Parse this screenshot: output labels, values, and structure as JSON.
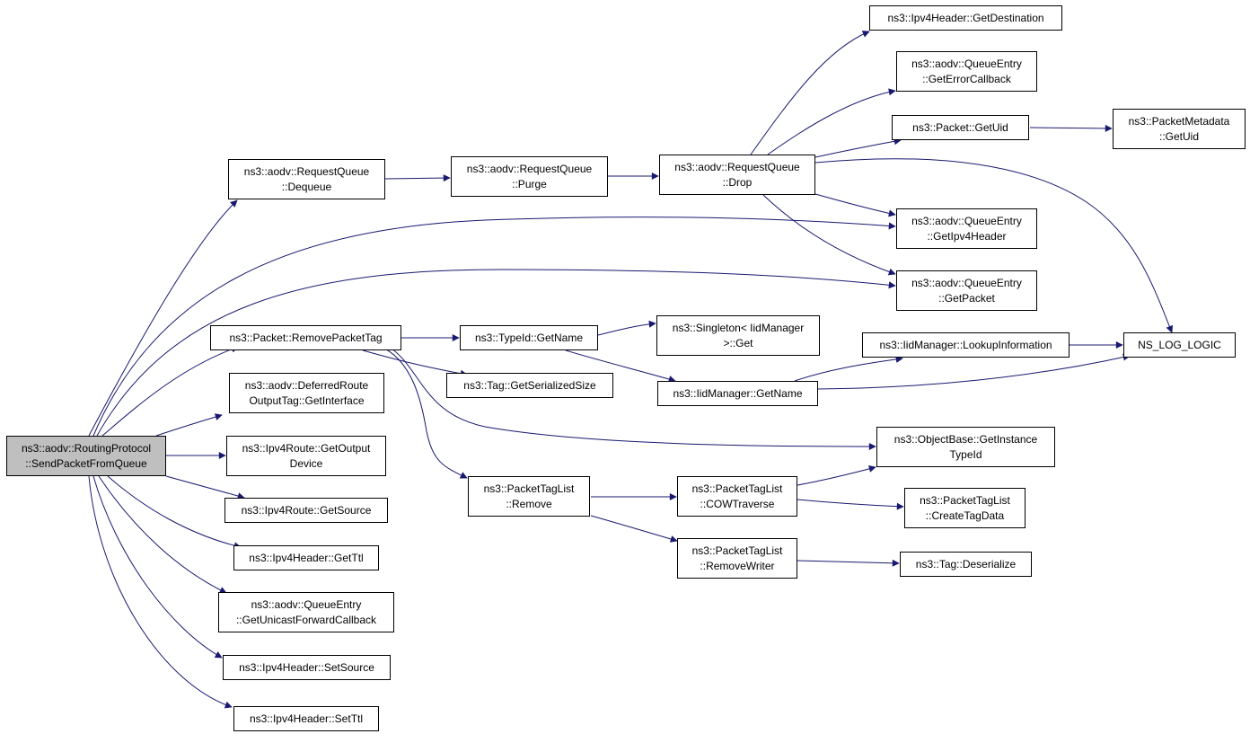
{
  "colors": {
    "edge": "#191970",
    "node_border": "#000000",
    "root_fill": "#bfbfbf",
    "node_fill": "#ffffff"
  },
  "nodes": [
    {
      "id": "root",
      "lines": [
        "ns3::aodv::RoutingProtocol",
        "::SendPacketFromQueue"
      ],
      "root": true
    },
    {
      "id": "rq_dequeue",
      "lines": [
        "ns3::aodv::RequestQueue",
        "::Dequeue"
      ]
    },
    {
      "id": "rq_purge",
      "lines": [
        "ns3::aodv::RequestQueue",
        "::Purge"
      ]
    },
    {
      "id": "rq_drop",
      "lines": [
        "ns3::aodv::RequestQueue",
        "::Drop"
      ]
    },
    {
      "id": "ipv4h_getdest",
      "lines": [
        "ns3::Ipv4Header::GetDestination"
      ]
    },
    {
      "id": "qe_geterrcb",
      "lines": [
        "ns3::aodv::QueueEntry",
        "::GetErrorCallback"
      ]
    },
    {
      "id": "pkt_getuid",
      "lines": [
        "ns3::Packet::GetUid"
      ]
    },
    {
      "id": "pm_getuid",
      "lines": [
        "ns3::PacketMetadata",
        "::GetUid"
      ]
    },
    {
      "id": "qe_getipv4h",
      "lines": [
        "ns3::aodv::QueueEntry",
        "::GetIpv4Header"
      ]
    },
    {
      "id": "qe_getpacket",
      "lines": [
        "ns3::aodv::QueueEntry",
        "::GetPacket"
      ]
    },
    {
      "id": "ns_log_logic",
      "lines": [
        "NS_LOG_LOGIC"
      ]
    },
    {
      "id": "pkt_removetag",
      "lines": [
        "ns3::Packet::RemovePacketTag"
      ]
    },
    {
      "id": "typeid_getname",
      "lines": [
        "ns3::TypeId::GetName"
      ]
    },
    {
      "id": "singleton_get",
      "lines": [
        "ns3::Singleton< IidManager",
        ">::Get"
      ]
    },
    {
      "id": "iid_lookup",
      "lines": [
        "ns3::IidManager::LookupInformation"
      ]
    },
    {
      "id": "tag_getsize",
      "lines": [
        "ns3::Tag::GetSerializedSize"
      ]
    },
    {
      "id": "iid_getname",
      "lines": [
        "ns3::IidManager::GetName"
      ]
    },
    {
      "id": "drot_getif",
      "lines": [
        "ns3::aodv::DeferredRoute",
        "OutputTag::GetInterface"
      ]
    },
    {
      "id": "ob_getinst",
      "lines": [
        "ns3::ObjectBase::GetInstance",
        "TypeId"
      ]
    },
    {
      "id": "route_getoutdev",
      "lines": [
        "ns3::Ipv4Route::GetOutput",
        "Device"
      ]
    },
    {
      "id": "ptl_remove",
      "lines": [
        "ns3::PacketTagList",
        "::Remove"
      ]
    },
    {
      "id": "ptl_cow",
      "lines": [
        "ns3::PacketTagList",
        "::COWTraverse"
      ]
    },
    {
      "id": "ptl_createtag",
      "lines": [
        "ns3::PacketTagList",
        "::CreateTagData"
      ]
    },
    {
      "id": "route_getsrc",
      "lines": [
        "ns3::Ipv4Route::GetSource"
      ]
    },
    {
      "id": "ipv4h_getttl",
      "lines": [
        "ns3::Ipv4Header::GetTtl"
      ]
    },
    {
      "id": "ptl_removewriter",
      "lines": [
        "ns3::PacketTagList",
        "::RemoveWriter"
      ]
    },
    {
      "id": "tag_deser",
      "lines": [
        "ns3::Tag::Deserialize"
      ]
    },
    {
      "id": "qe_getucb",
      "lines": [
        "ns3::aodv::QueueEntry",
        "::GetUnicastForwardCallback"
      ]
    },
    {
      "id": "ipv4h_setsrc",
      "lines": [
        "ns3::Ipv4Header::SetSource"
      ]
    },
    {
      "id": "ipv4h_setttl",
      "lines": [
        "ns3::Ipv4Header::SetTtl"
      ]
    }
  ]
}
